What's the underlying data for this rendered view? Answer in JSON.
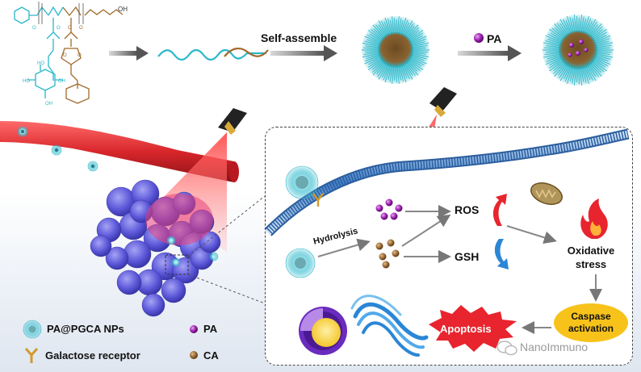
{
  "steps": {
    "self_assemble": "Self-assemble",
    "pa_load": "PA"
  },
  "chemistry": {
    "end_group": "OH"
  },
  "mechanism": {
    "hydrolysis": "Hydrolysis",
    "ros": "ROS",
    "gsh": "GSH",
    "oxidative_stress": "Oxidative stress",
    "caspase_activation": "Caspase activation",
    "apoptosis": "Apoptosis"
  },
  "legend": {
    "nps": "PA@PGCA NPs",
    "pa": "PA",
    "galactose_receptor": "Galactose receptor",
    "ca": "CA"
  },
  "watermark": "NanoImmuno",
  "colors": {
    "polymer_cyan": "#2ab7c9",
    "polymer_brown": "#a0692a",
    "pa_purple": "#9c1fb0",
    "ca_brown": "#9a6a34",
    "vessel_red": "#d8262b",
    "laser_red": "#f06a6a",
    "tumor_blue": "#5a56d8",
    "membrane_blue": "#3f7fc9",
    "caspase_yellow": "#f7c31a",
    "apoptosis_red": "#e8242e",
    "up_arrow_red": "#e8242e",
    "down_arrow_blue": "#2b86d6"
  }
}
